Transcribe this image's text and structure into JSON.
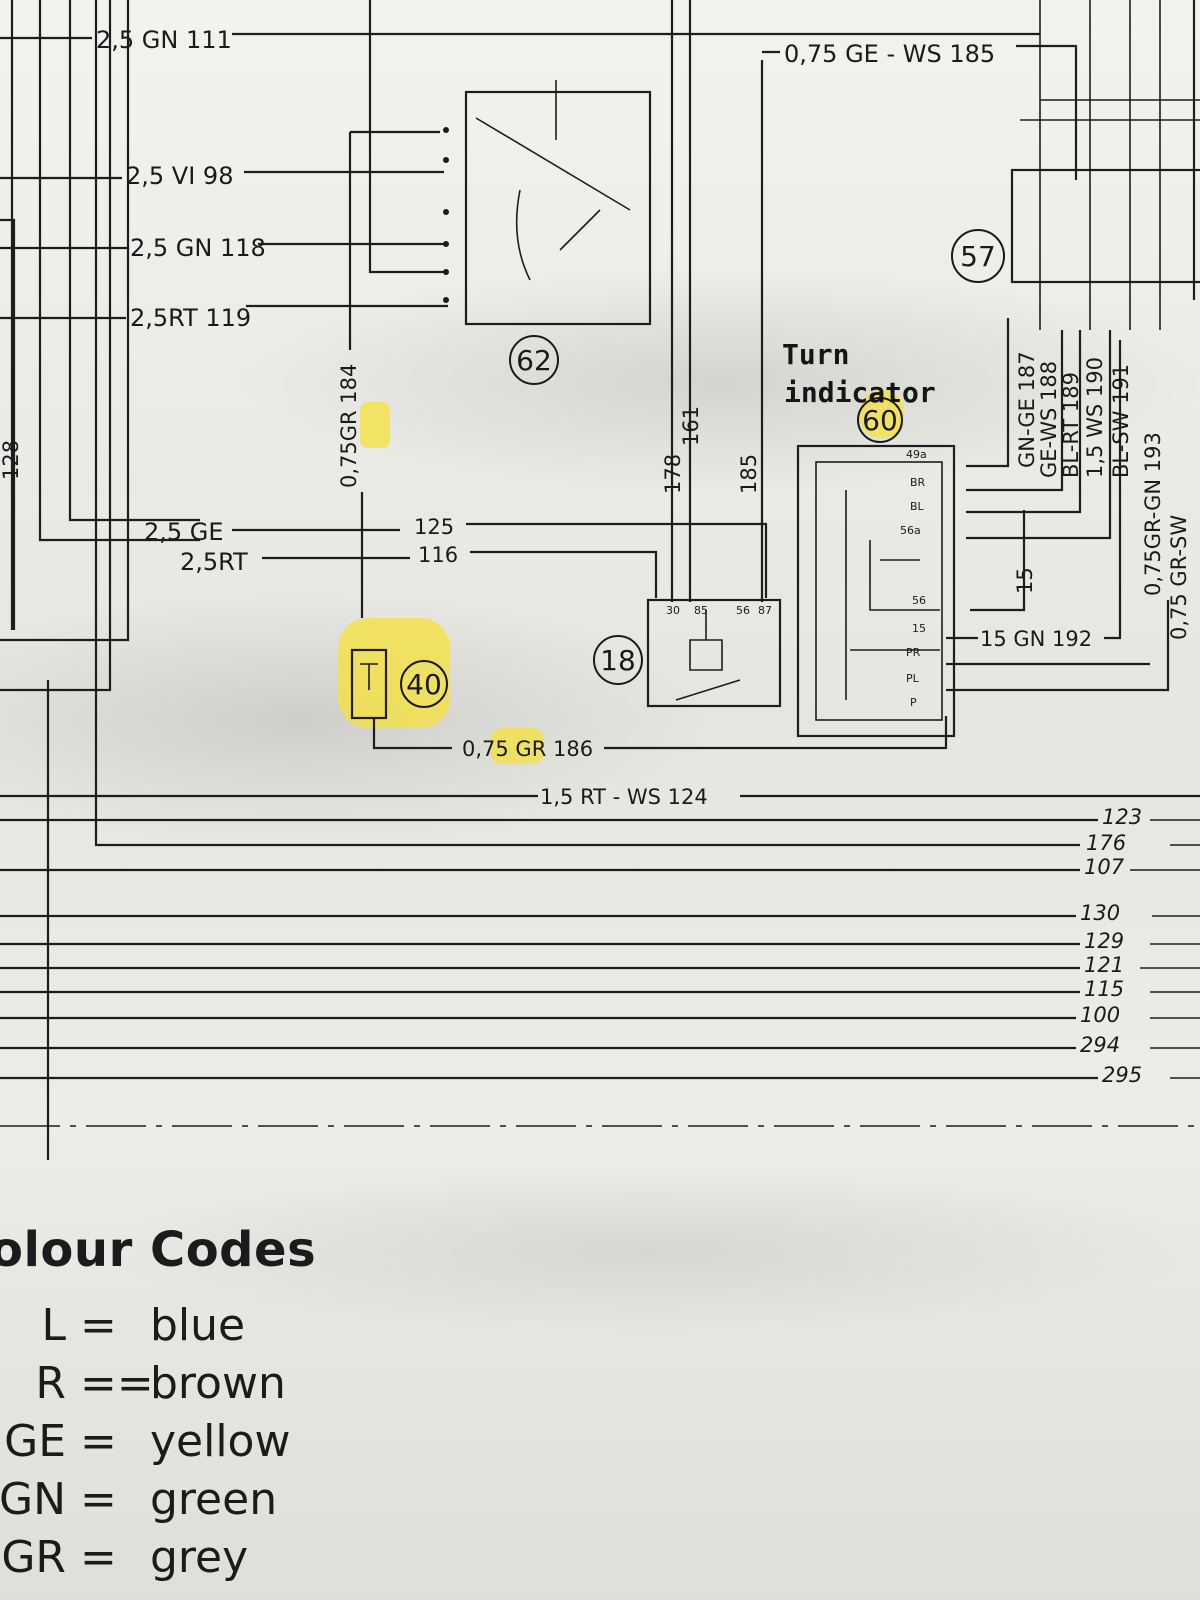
{
  "wire_labels": {
    "w111": "2,5 GN 111",
    "w98": "2,5 VI 98",
    "w118": "2,5 GN 118",
    "w119": "2,5RT 119",
    "w184": "0,75GR 184",
    "w185top": "0,75 GE - WS 185",
    "w125a": "2,5 GE",
    "w116a": "2,5RT",
    "n125": "125",
    "n116": "116",
    "n178": "178",
    "n161": "161",
    "n185": "185",
    "w186": "0,75 GR 186",
    "w124": "1,5 RT - WS 124",
    "w192": "15 GN 192",
    "n15": "15",
    "w187": "GN-GE 187",
    "w188": "GE-WS 188",
    "w189": "BL-RT 189",
    "w190": "1,5 WS 190",
    "w191": "BL-SW 191",
    "wright1": "0,75GR-GN 193",
    "wright2": "0,75 GR-SW",
    "n128": "128",
    "bus": [
      "123",
      "176",
      "107",
      "130",
      "129",
      "121",
      "115",
      "100",
      "294",
      "295"
    ]
  },
  "components": {
    "c62": "62",
    "c57": "57",
    "c60": "60",
    "c18": "18",
    "c40": "40"
  },
  "pins_60": [
    "49a",
    "BR",
    "BL",
    "56a",
    "56",
    "15",
    "PR",
    "PL",
    "P"
  ],
  "pins_18": [
    "30",
    "85",
    "56",
    "87"
  ],
  "annotation": {
    "line1": "Turn",
    "line2": "indicator"
  },
  "highlight_color": "#f5e23a",
  "legend": {
    "title": "olour Codes",
    "rows": [
      {
        "code": "L",
        "eq": "=",
        "name": "blue"
      },
      {
        "code": "R",
        "eq": "==",
        "name": "brown"
      },
      {
        "code": "GE",
        "eq": "=",
        "name": "yellow"
      },
      {
        "code": "GN",
        "eq": "=",
        "name": "green"
      },
      {
        "code": "GR",
        "eq": "=",
        "name": "grey"
      }
    ]
  }
}
